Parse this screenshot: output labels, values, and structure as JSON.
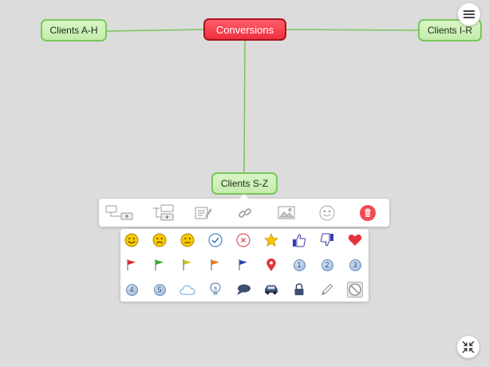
{
  "map": {
    "center": {
      "label": "Conversions"
    },
    "nodes": [
      {
        "label": "Clients A-H"
      },
      {
        "label": "Clients I-R"
      },
      {
        "label": "Clients S-Z"
      }
    ]
  },
  "colors": {
    "background": "#dcdcdc",
    "node_fill": "#c4ecab",
    "node_border": "#79c75c",
    "center_fill": "#ee2f3d",
    "connector": "#7cc35c",
    "delete_red": "#f24b55"
  },
  "toolbar": {
    "items": [
      {
        "icon": "add-child-node-icon"
      },
      {
        "icon": "add-sibling-node-icon"
      },
      {
        "icon": "edit-note-icon"
      },
      {
        "icon": "link-icon"
      },
      {
        "icon": "image-icon"
      },
      {
        "icon": "emoji-icon"
      },
      {
        "icon": "delete-icon"
      }
    ]
  },
  "palette": {
    "rows": [
      [
        "smile-face-icon",
        "sad-face-icon",
        "neutral-face-icon",
        "check-circle-icon",
        "x-circle-icon",
        "star-icon",
        "thumbs-up-icon",
        "thumbs-down-icon",
        "heart-icon"
      ],
      [
        "red-flag-icon",
        "green-flag-icon",
        "yellow-flag-icon",
        "orange-flag-icon",
        "blue-flag-icon",
        "map-pin-icon",
        "number-1-icon",
        "number-2-icon",
        "number-3-icon"
      ],
      [
        "number-4-icon",
        "number-5-icon",
        "cloud-icon",
        "lightbulb-icon",
        "speech-bubble-icon",
        "car-icon",
        "lock-icon",
        "pencil-icon",
        "no-icon-icon"
      ]
    ],
    "numbers": [
      "1",
      "2",
      "3",
      "4",
      "5"
    ]
  },
  "controls": {
    "menu": "menu-icon",
    "collapse": "collapse-icon"
  }
}
